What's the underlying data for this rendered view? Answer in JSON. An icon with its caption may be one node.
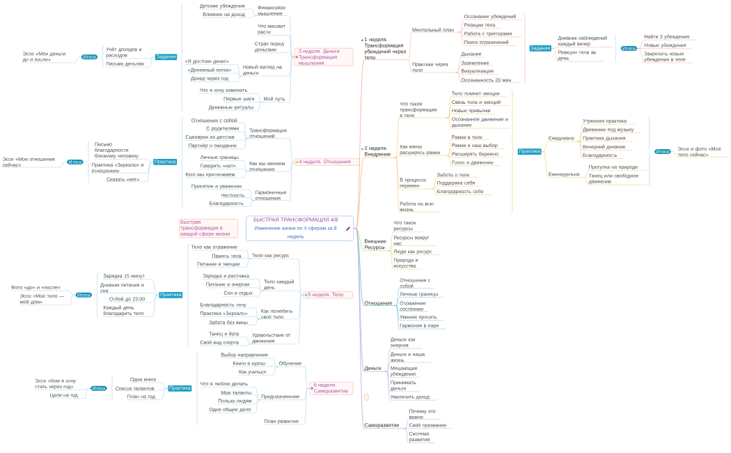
{
  "diagram": {
    "nodes": [
      {
        "text": [
          "БЫСТРАЯ ТРАНСФОРМАЦИЯ 4/8",
          "Изменение жизни по 4 сферам за 8 недель"
        ]
      },
      {
        "text": [
          "1 неделя. Трансформация убеждений через тело"
        ]
      },
      {
        "text": [
          "Ментальный план"
        ]
      },
      {
        "text": [
          "Осознание убеждений"
        ]
      },
      {
        "text": [
          "Реакции тела"
        ]
      },
      {
        "text": [
          "Работа с триггерами"
        ]
      },
      {
        "text": [
          "Поиск ограничений"
        ]
      },
      {
        "text": [
          "Практики через тело"
        ]
      },
      {
        "text": [
          "Дыхание"
        ]
      },
      {
        "text": [
          "Заземление"
        ]
      },
      {
        "text": [
          "Визуализация"
        ]
      },
      {
        "text": [
          "Осознанность 20 мин"
        ]
      },
      {
        "text": [
          "Задания"
        ]
      },
      {
        "text": [
          "Дневник наблюдений каждый вечер"
        ]
      },
      {
        "text": [
          "Реакции тела за день"
        ]
      },
      {
        "text": [
          "Итоги"
        ]
      },
      {
        "text": [
          "Найти 3 убеждения"
        ]
      },
      {
        "text": [
          "Новые убеждения"
        ]
      },
      {
        "text": [
          "Закрепить новые убеждения в теле"
        ]
      },
      {
        "text": [
          "2 неделя. Внедрение"
        ]
      },
      {
        "text": [
          "Что такое трансформация в теле"
        ]
      },
      {
        "text": [
          "Тело помнит эмоции"
        ]
      },
      {
        "text": [
          "Связь тела и эмоций"
        ]
      },
      {
        "text": [
          "Новые привычки"
        ]
      },
      {
        "text": [
          "Осознанное движение и дыхание"
        ]
      },
      {
        "text": [
          "Как мягко расширять рамки"
        ]
      },
      {
        "text": [
          "Рамки в теле"
        ]
      },
      {
        "text": [
          "Рамки и наш выбор"
        ]
      },
      {
        "text": [
          "Расширять бережно"
        ]
      },
      {
        "text": [
          "Голос и движение"
        ]
      },
      {
        "text": [
          "В процессе перемен"
        ]
      },
      {
        "text": [
          "Забота о теле"
        ]
      },
      {
        "text": [
          "Поддержка себя"
        ]
      },
      {
        "text": [
          "Благодарность себе"
        ]
      },
      {
        "text": [
          "Работа на всю жизнь"
        ]
      },
      {
        "text": [
          "Практика"
        ]
      },
      {
        "text": [
          "Ежедневно"
        ]
      },
      {
        "text": [
          "Утренняя практика"
        ]
      },
      {
        "text": [
          "Движение под музыку"
        ]
      },
      {
        "text": [
          "Практика дыхания"
        ]
      },
      {
        "text": [
          "Вечерний дневник"
        ]
      },
      {
        "text": [
          "Благодарность"
        ]
      },
      {
        "text": [
          "Еженедельно"
        ]
      },
      {
        "text": [
          "Прогулка на природе"
        ]
      },
      {
        "text": [
          "Танец или свободное движение"
        ]
      },
      {
        "text": [
          "Итоги"
        ]
      },
      {
        "text": [
          "Эссе и фото «Моё тело сейчас»"
        ]
      },
      {
        "text": [
          "Внешние Ресурсы"
        ]
      },
      {
        "text": [
          "Что такое ресурсы"
        ]
      },
      {
        "text": [
          "Ресурсы вокруг нас"
        ]
      },
      {
        "text": [
          "Люди как ресурс"
        ]
      },
      {
        "text": [
          "Природа и искусство"
        ]
      },
      {
        "text": [
          "Отношения"
        ]
      },
      {
        "text": [
          "Отношения с собой"
        ]
      },
      {
        "text": [
          "Личные границы"
        ]
      },
      {
        "text": [
          "Отражение состояния"
        ]
      },
      {
        "text": [
          "Умение просить"
        ]
      },
      {
        "text": [
          "Гармония в паре"
        ]
      },
      {
        "text": [
          "Деньги"
        ]
      },
      {
        "text": [
          "Деньги как энергия"
        ]
      },
      {
        "text": [
          "Деньги и наша жизнь"
        ]
      },
      {
        "text": [
          "Мешающие убеждения"
        ]
      },
      {
        "text": [
          "Принимать деньги"
        ]
      },
      {
        "text": [
          "Увеличить доход"
        ]
      },
      {
        "text": [
          "Саморазвитие"
        ]
      },
      {
        "text": [
          "Почему это важно"
        ]
      },
      {
        "text": [
          "Своё призвание"
        ]
      },
      {
        "text": [
          "Система развития"
        ]
      },
      {
        "text": [
          "3 неделя. Деньги. Трансформация мышления"
        ]
      },
      {
        "text": [
          "Финансовое мышление"
        ]
      },
      {
        "text": [
          "Детские убеждения"
        ]
      },
      {
        "text": [
          "Влияние на доход"
        ]
      },
      {
        "text": [
          "Что мешает расти"
        ]
      },
      {
        "text": [
          "Страх перед деньгами"
        ]
      },
      {
        "text": [
          "Новый взгляд на деньги"
        ]
      },
      {
        "text": [
          "«Я достоин денег»"
        ]
      },
      {
        "text": [
          "«Денежный поток»"
        ]
      },
      {
        "text": [
          "Доход через год"
        ]
      },
      {
        "text": [
          "Мой путь"
        ]
      },
      {
        "text": [
          "Что я хочу изменить"
        ]
      },
      {
        "text": [
          "Первые шаги"
        ]
      },
      {
        "text": [
          "Денежные ритуалы"
        ]
      },
      {
        "text": [
          "Задания"
        ]
      },
      {
        "text": [
          "Учёт доходов и расходов"
        ]
      },
      {
        "text": [
          "Письмо деньгам"
        ]
      },
      {
        "text": [
          "Итоги"
        ]
      },
      {
        "text": [
          "Эссе «Мои деньги: до и после»"
        ]
      },
      {
        "text": [
          "4 неделя. Отношения"
        ]
      },
      {
        "text": [
          "Трансформация отношений"
        ]
      },
      {
        "text": [
          "Отношения с собой"
        ]
      },
      {
        "text": [
          "С родителями"
        ]
      },
      {
        "text": [
          "Сценарии из детства"
        ]
      },
      {
        "text": [
          "Партнёр и ожидания"
        ]
      },
      {
        "text": [
          "Как мы меняем отношения"
        ]
      },
      {
        "text": [
          "Личные границы"
        ]
      },
      {
        "text": [
          "Говорить «нет»"
        ]
      },
      {
        "text": [
          "Кого мы притягиваем"
        ]
      },
      {
        "text": [
          "Гармоничные отношения"
        ]
      },
      {
        "text": [
          "Принятие и уважение"
        ]
      },
      {
        "text": [
          "Честность"
        ]
      },
      {
        "text": [
          "Благодарность"
        ]
      },
      {
        "text": [
          "Практика"
        ]
      },
      {
        "text": [
          "Письмо благодарности близкому человеку"
        ]
      },
      {
        "text": [
          "Практика «Зеркало» в отношениях"
        ]
      },
      {
        "text": [
          "Сказать «нет»"
        ]
      },
      {
        "text": [
          "Итоги"
        ]
      },
      {
        "text": [
          "Эссе «Мои отношения сейчас»"
        ]
      },
      {
        "text": [
          "5 неделя. Тело"
        ]
      },
      {
        "text": [
          "Тело как ресурс"
        ]
      },
      {
        "text": [
          "Тело как отражение"
        ]
      },
      {
        "text": [
          "Память тела"
        ]
      },
      {
        "text": [
          "Питание и эмоции"
        ]
      },
      {
        "text": [
          "Тело каждый день"
        ]
      },
      {
        "text": [
          "Зарядка и растяжка"
        ]
      },
      {
        "text": [
          "Питание и энергия"
        ]
      },
      {
        "text": [
          "Сон и отдых"
        ]
      },
      {
        "text": [
          "Как полюбить своё тело"
        ]
      },
      {
        "text": [
          "Благодарность телу"
        ]
      },
      {
        "text": [
          "Практика «Зеркало»"
        ]
      },
      {
        "text": [
          "Забота без вины"
        ]
      },
      {
        "text": [
          "Удовольствие от движения"
        ]
      },
      {
        "text": [
          "Танец и йога"
        ]
      },
      {
        "text": [
          "Свой вид спорта"
        ]
      },
      {
        "text": [
          "Практика"
        ]
      },
      {
        "text": [
          "Зарядка 15 минут"
        ]
      },
      {
        "text": [
          "Дневник питания и сна"
        ]
      },
      {
        "text": [
          "Отбой до 23:00"
        ]
      },
      {
        "text": [
          "Каждый день благодарить тело"
        ]
      },
      {
        "text": [
          "Итоги"
        ]
      },
      {
        "text": [
          "Фото «до» и «после»"
        ]
      },
      {
        "text": [
          "Эссе «Моё тело — мой дом»"
        ]
      },
      {
        "text": [
          "6 неделя. Саморазвитие"
        ]
      },
      {
        "text": [
          "Обучение"
        ]
      },
      {
        "text": [
          "Выбор направления"
        ]
      },
      {
        "text": [
          "Книги и курсы"
        ]
      },
      {
        "text": [
          "Как учиться"
        ]
      },
      {
        "text": [
          "Предназначение"
        ]
      },
      {
        "text": [
          "Что я люблю делать"
        ]
      },
      {
        "text": [
          "Мои таланты"
        ]
      },
      {
        "text": [
          "Польза людям"
        ]
      },
      {
        "text": [
          "Одно общее дело"
        ]
      },
      {
        "text": [
          "План развития"
        ]
      },
      {
        "text": [
          "Практика"
        ]
      },
      {
        "text": [
          "Одна книга"
        ]
      },
      {
        "text": [
          "Список талантов"
        ]
      },
      {
        "text": [
          "План на год"
        ]
      },
      {
        "text": [
          "Итоги"
        ]
      },
      {
        "text": [
          "Эссе «Кем я хочу стать через год»"
        ]
      },
      {
        "text": [
          "Цели на год"
        ]
      },
      {
        "text": [
          "Быстрая трансформация в каждой сфере жизни"
        ]
      }
    ],
    "edges": [
      {
        "from": 0,
        "to": 1,
        "arrow": "none",
        "color": "#f5b39c"
      },
      {
        "from": 1,
        "to": 2,
        "arrow": "none",
        "color": "#f5b39c"
      },
      {
        "from": 1,
        "to": 7,
        "arrow": "none",
        "color": "#f5b39c"
      },
      {
        "from": 2,
        "to": 3,
        "arrow": "none",
        "color": "#f5b39c"
      },
      {
        "from": 2,
        "to": 4,
        "arrow": "none",
        "color": "#f5b39c"
      },
      {
        "from": 2,
        "to": 5,
        "arrow": "none",
        "color": "#f5b39c"
      },
      {
        "from": 2,
        "to": 6,
        "arrow": "none",
        "color": "#f5b39c"
      },
      {
        "from": 7,
        "to": 8,
        "arrow": "none",
        "color": "#f5b39c"
      },
      {
        "from": 7,
        "to": 9,
        "arrow": "none",
        "color": "#f5b39c"
      },
      {
        "from": 7,
        "to": 10,
        "arrow": "none",
        "color": "#f5b39c"
      },
      {
        "from": 7,
        "to": 11,
        "arrow": "none",
        "color": "#f5b39c"
      },
      {
        "from": 12,
        "to": 13,
        "arrow": "none",
        "color": "#f5b39c"
      },
      {
        "from": 12,
        "to": 14,
        "arrow": "none",
        "color": "#f5b39c"
      },
      {
        "from": 15,
        "to": 16,
        "arrow": "none",
        "color": "#f5b39c"
      },
      {
        "from": 15,
        "to": 17,
        "arrow": "none",
        "color": "#f5b39c"
      },
      {
        "from": 15,
        "to": 18,
        "arrow": "none",
        "color": "#f5b39c"
      },
      {
        "from": 0,
        "to": 19,
        "arrow": "none",
        "color": "#f7c572"
      },
      {
        "from": 19,
        "to": 20,
        "arrow": "none",
        "color": "#f7c572"
      },
      {
        "from": 19,
        "to": 25,
        "arrow": "none",
        "color": "#f7c572"
      },
      {
        "from": 19,
        "to": 30,
        "arrow": "none",
        "color": "#f7c572"
      },
      {
        "from": 19,
        "to": 34,
        "arrow": "none",
        "color": "#f7c572"
      },
      {
        "from": 20,
        "to": 21,
        "arrow": "none",
        "color": "#f7c572"
      },
      {
        "from": 20,
        "to": 22,
        "arrow": "none",
        "color": "#f7c572"
      },
      {
        "from": 20,
        "to": 23,
        "arrow": "none",
        "color": "#f7c572"
      },
      {
        "from": 20,
        "to": 24,
        "arrow": "none",
        "color": "#f7c572"
      },
      {
        "from": 25,
        "to": 26,
        "arrow": "none",
        "color": "#f7c572"
      },
      {
        "from": 25,
        "to": 27,
        "arrow": "none",
        "color": "#f7c572"
      },
      {
        "from": 25,
        "to": 28,
        "arrow": "none",
        "color": "#f7c572"
      },
      {
        "from": 25,
        "to": 29,
        "arrow": "none",
        "color": "#f7c572"
      },
      {
        "from": 30,
        "to": 31,
        "arrow": "none",
        "color": "#f7c572"
      },
      {
        "from": 30,
        "to": 32,
        "arrow": "none",
        "color": "#f7c572"
      },
      {
        "from": 30,
        "to": 33,
        "arrow": "none",
        "color": "#f7c572"
      },
      {
        "from": 35,
        "to": 36,
        "arrow": "none",
        "color": "#f7c572"
      },
      {
        "from": 35,
        "to": 42,
        "arrow": "none",
        "color": "#f7c572"
      },
      {
        "from": 36,
        "to": 37,
        "arrow": "none",
        "color": "#f7c572"
      },
      {
        "from": 36,
        "to": 38,
        "arrow": "none",
        "color": "#f7c572"
      },
      {
        "from": 36,
        "to": 39,
        "arrow": "none",
        "color": "#f7c572"
      },
      {
        "from": 36,
        "to": 40,
        "arrow": "none",
        "color": "#f7c572"
      },
      {
        "from": 36,
        "to": 41,
        "arrow": "none",
        "color": "#f7c572"
      },
      {
        "from": 42,
        "to": 43,
        "arrow": "none",
        "color": "#f7c572"
      },
      {
        "from": 42,
        "to": 44,
        "arrow": "none",
        "color": "#f7c572"
      },
      {
        "from": 45,
        "to": 46,
        "arrow": "none",
        "color": "#f7c572"
      },
      {
        "from": 0,
        "to": 47,
        "arrow": "none",
        "color": "#c6dc80"
      },
      {
        "from": 47,
        "to": 48,
        "arrow": "none",
        "color": "#c6dc80"
      },
      {
        "from": 47,
        "to": 49,
        "arrow": "none",
        "color": "#c6dc80"
      },
      {
        "from": 47,
        "to": 50,
        "arrow": "none",
        "color": "#c6dc80"
      },
      {
        "from": 47,
        "to": 51,
        "arrow": "none",
        "color": "#c6dc80"
      },
      {
        "from": 0,
        "to": 52,
        "arrow": "none",
        "color": "#6fc4da"
      },
      {
        "from": 52,
        "to": 53,
        "arrow": "none",
        "color": "#6fc4da"
      },
      {
        "from": 52,
        "to": 54,
        "arrow": "none",
        "color": "#6fc4da"
      },
      {
        "from": 52,
        "to": 55,
        "arrow": "none",
        "color": "#6fc4da"
      },
      {
        "from": 52,
        "to": 56,
        "arrow": "none",
        "color": "#6fc4da"
      },
      {
        "from": 52,
        "to": 57,
        "arrow": "none",
        "color": "#6fc4da"
      },
      {
        "from": 0,
        "to": 58,
        "arrow": "none",
        "color": "#b9b3df"
      },
      {
        "from": 58,
        "to": 59,
        "arrow": "none",
        "color": "#b9b3df"
      },
      {
        "from": 58,
        "to": 60,
        "arrow": "none",
        "color": "#b9b3df"
      },
      {
        "from": 58,
        "to": 61,
        "arrow": "none",
        "color": "#b9b3df"
      },
      {
        "from": 58,
        "to": 62,
        "arrow": "none",
        "color": "#b9b3df"
      },
      {
        "from": 58,
        "to": 63,
        "arrow": "none",
        "color": "#b9b3df"
      },
      {
        "from": 0,
        "to": 64,
        "arrow": "none",
        "color": "#cba8da"
      },
      {
        "from": 64,
        "to": 65,
        "arrow": "none",
        "color": "#cba8da"
      },
      {
        "from": 64,
        "to": 66,
        "arrow": "none",
        "color": "#cba8da"
      },
      {
        "from": 64,
        "to": 67,
        "arrow": "none",
        "color": "#cba8da"
      },
      {
        "from": 68,
        "to": 69,
        "arrow": "none"
      },
      {
        "from": 69,
        "to": 70,
        "arrow": "none"
      },
      {
        "from": 69,
        "to": 71,
        "arrow": "none"
      },
      {
        "from": 68,
        "to": 72,
        "arrow": "none"
      },
      {
        "from": 68,
        "to": 73,
        "arrow": "none"
      },
      {
        "from": 68,
        "to": 74,
        "arrow": "none"
      },
      {
        "from": 74,
        "to": 75,
        "arrow": "none"
      },
      {
        "from": 74,
        "to": 76,
        "arrow": "none"
      },
      {
        "from": 74,
        "to": 77,
        "arrow": "none"
      },
      {
        "from": 68,
        "to": 78,
        "arrow": "none"
      },
      {
        "from": 78,
        "to": 79,
        "arrow": "none"
      },
      {
        "from": 78,
        "to": 80,
        "arrow": "none"
      },
      {
        "from": 78,
        "to": 81,
        "arrow": "none"
      },
      {
        "from": 82,
        "to": 83,
        "arrow": "none"
      },
      {
        "from": 82,
        "to": 84,
        "arrow": "none"
      },
      {
        "from": 85,
        "to": 86,
        "arrow": "none"
      },
      {
        "from": 87,
        "to": 88,
        "arrow": "none"
      },
      {
        "from": 88,
        "to": 89,
        "arrow": "none"
      },
      {
        "from": 88,
        "to": 90,
        "arrow": "none"
      },
      {
        "from": 88,
        "to": 91,
        "arrow": "none"
      },
      {
        "from": 88,
        "to": 92,
        "arrow": "none"
      },
      {
        "from": 87,
        "to": 93,
        "arrow": "none"
      },
      {
        "from": 93,
        "to": 94,
        "arrow": "none"
      },
      {
        "from": 93,
        "to": 95,
        "arrow": "none"
      },
      {
        "from": 93,
        "to": 96,
        "arrow": "none"
      },
      {
        "from": 87,
        "to": 97,
        "arrow": "none"
      },
      {
        "from": 97,
        "to": 98,
        "arrow": "none"
      },
      {
        "from": 97,
        "to": 99,
        "arrow": "none"
      },
      {
        "from": 97,
        "to": 100,
        "arrow": "none"
      },
      {
        "from": 101,
        "to": 102,
        "arrow": "none"
      },
      {
        "from": 101,
        "to": 103,
        "arrow": "none"
      },
      {
        "from": 101,
        "to": 104,
        "arrow": "none"
      },
      {
        "from": 105,
        "to": 106,
        "arrow": "none"
      },
      {
        "from": 107,
        "to": 108,
        "arrow": "none"
      },
      {
        "from": 108,
        "to": 109,
        "arrow": "none"
      },
      {
        "from": 108,
        "to": 110,
        "arrow": "none"
      },
      {
        "from": 108,
        "to": 111,
        "arrow": "none"
      },
      {
        "from": 107,
        "to": 112,
        "arrow": "none"
      },
      {
        "from": 112,
        "to": 113,
        "arrow": "none"
      },
      {
        "from": 112,
        "to": 114,
        "arrow": "none"
      },
      {
        "from": 112,
        "to": 115,
        "arrow": "none"
      },
      {
        "from": 107,
        "to": 116,
        "arrow": "none"
      },
      {
        "from": 116,
        "to": 117,
        "arrow": "none"
      },
      {
        "from": 116,
        "to": 118,
        "arrow": "none"
      },
      {
        "from": 116,
        "to": 119,
        "arrow": "none"
      },
      {
        "from": 107,
        "to": 120,
        "arrow": "none"
      },
      {
        "from": 120,
        "to": 121,
        "arrow": "none"
      },
      {
        "from": 120,
        "to": 122,
        "arrow": "none"
      },
      {
        "from": 123,
        "to": 124,
        "arrow": "none"
      },
      {
        "from": 123,
        "to": 125,
        "arrow": "none"
      },
      {
        "from": 123,
        "to": 126,
        "arrow": "none"
      },
      {
        "from": 123,
        "to": 127,
        "arrow": "none"
      },
      {
        "from": 128,
        "to": 129,
        "arrow": "none"
      },
      {
        "from": 128,
        "to": 130,
        "arrow": "none"
      },
      {
        "from": 131,
        "to": 132,
        "arrow": "none"
      },
      {
        "from": 132,
        "to": 133,
        "arrow": "none"
      },
      {
        "from": 132,
        "to": 134,
        "arrow": "none"
      },
      {
        "from": 132,
        "to": 135,
        "arrow": "none"
      },
      {
        "from": 131,
        "to": 136,
        "arrow": "none"
      },
      {
        "from": 136,
        "to": 137,
        "arrow": "none"
      },
      {
        "from": 136,
        "to": 138,
        "arrow": "none"
      },
      {
        "from": 136,
        "to": 139,
        "arrow": "none"
      },
      {
        "from": 136,
        "to": 140,
        "arrow": "none"
      },
      {
        "from": 131,
        "to": 141,
        "arrow": "none"
      },
      {
        "from": 142,
        "to": 143,
        "arrow": "none"
      },
      {
        "from": 142,
        "to": 144,
        "arrow": "none"
      },
      {
        "from": 142,
        "to": 145,
        "arrow": "none"
      },
      {
        "from": 146,
        "to": 147,
        "arrow": "none"
      },
      {
        "from": 146,
        "to": 148,
        "arrow": "none"
      }
    ]
  }
}
